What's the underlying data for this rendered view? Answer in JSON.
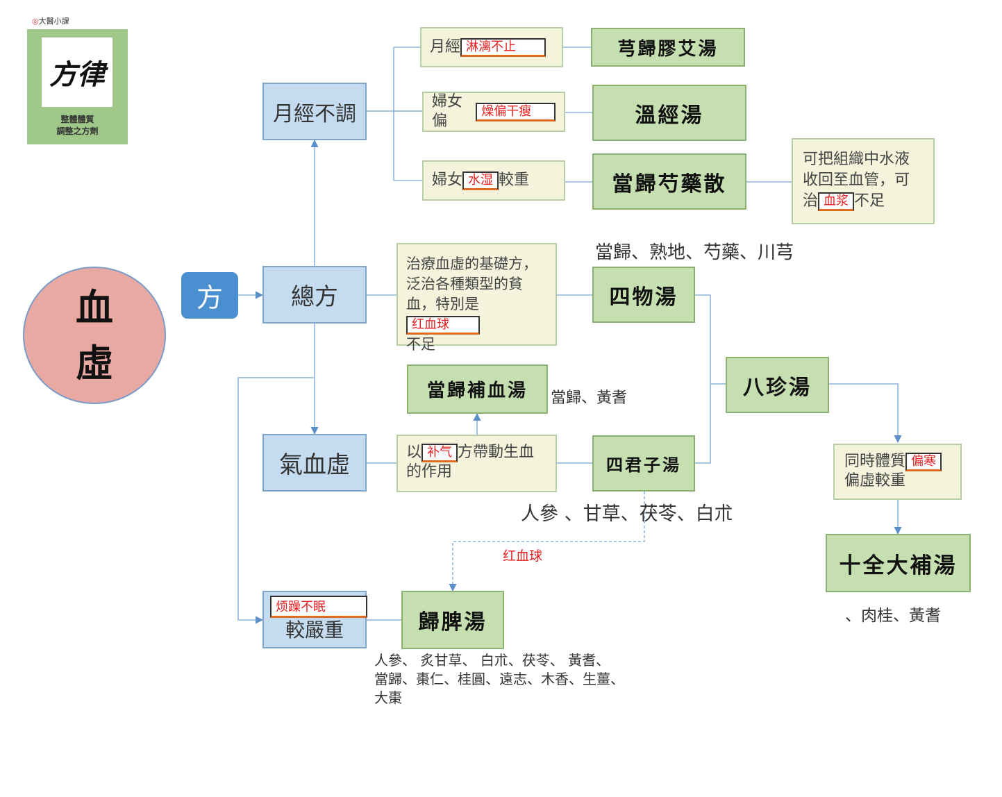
{
  "logo": {
    "caption": "大醫小課",
    "title_calligraphy": "方律",
    "subtitle_line1": "整體體質",
    "subtitle_line2": "調整之方劑"
  },
  "center": {
    "line1": "血",
    "line2": "虛"
  },
  "fang": "方",
  "branches": {
    "menstrual": "月經不調",
    "general": "總方",
    "qi_blood": "氣血虛",
    "severe": "較嚴重"
  },
  "notes": {
    "m1_prefix": "月經",
    "m1_blank": "淋漓不止",
    "m1_suffix": "",
    "m2_prefix": "婦女偏",
    "m2_blank": "燥偏干瘦",
    "m2_suffix": "",
    "m3_prefix": "婦女",
    "m3_blank": "水湿",
    "m3_suffix": "較重",
    "dg_note_l1": "可把組織中水液",
    "dg_note_l2": "收回至血管，可",
    "dg_note_l3_prefix": "治",
    "dg_note_blank": "血浆",
    "dg_note_l3_suffix": "不足",
    "siwu_note_l1": "治療血虛的基礎方，",
    "siwu_note_l2": "泛治各種類型的貧",
    "siwu_note_l3_prefix": "血，特別是",
    "siwu_note_blank": "红血球",
    "siwu_note_l4": "不足",
    "qi_note_prefix": "以",
    "qi_note_blank": "补气",
    "qi_note_suffix": "方帶動生血",
    "qi_note_l2": "的作用",
    "bazhen_note_l1_prefix": "同時體質",
    "bazhen_note_blank": "偏寒",
    "bazhen_note_l2": "偏虛較重",
    "severe_blank": "烦躁不眠"
  },
  "formulas": {
    "xiong_gui": "芎歸膠艾湯",
    "wen_jing": "溫經湯",
    "dang_gui_shaoyao": "當歸芍藥散",
    "si_wu": "四物湯",
    "dang_gui_bu_xue": "當歸補血湯",
    "ba_zhen": "八珍湯",
    "si_jun_zi": "四君子湯",
    "shi_quan": "十全大補湯",
    "gui_pi": "歸脾湯"
  },
  "ingredients": {
    "si_wu": "當歸、熟地、芍藥、川芎",
    "dang_gui_bu_xue": "當歸、黃耆",
    "si_jun_zi": "人參 、甘草、茯苓、白朮",
    "shi_quan": "、肉桂、黃耆",
    "gui_pi_l1": "人參、 炙甘草、 白朮、茯苓、 黃耆、",
    "gui_pi_l2": "當歸、棗仁、桂圓、遠志、木香、生薑、",
    "gui_pi_l3": "大棗"
  },
  "link_label": "红血球",
  "colors": {
    "blue_box": "#c5dcf0",
    "green_box": "#c6dfb0",
    "note_box": "#f4f3dc",
    "center_circle": "#e8a9a3",
    "fang_box": "#4a8fd0",
    "blank_text": "#e52020"
  }
}
